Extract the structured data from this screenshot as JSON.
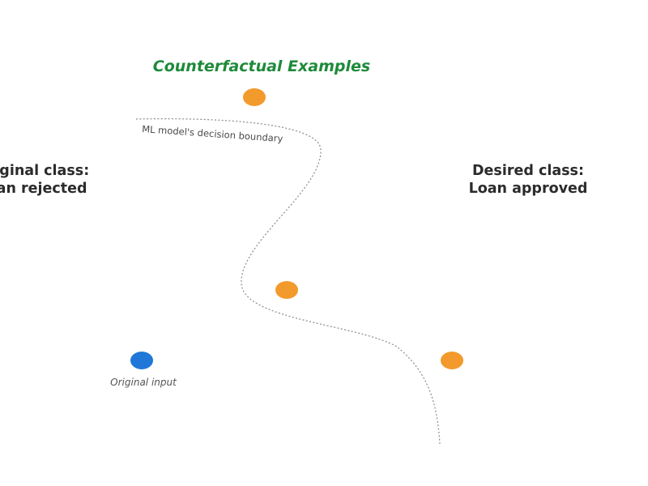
{
  "title": "Counterfactual Examples",
  "boundary_label": "ML model's decision boundary",
  "original_class": {
    "line1": "Original class:",
    "line2": "Loan rejected"
  },
  "desired_class": {
    "line1": "Desired class:",
    "line2": "Loan approved"
  },
  "original_input_label": "Original input",
  "colors": {
    "title": "#1e8a3a",
    "original_point": "#1f78d8",
    "counterfactual_point": "#f39a2c",
    "boundary": "#8a8a8a",
    "class_label": "#2b2b2b"
  }
}
